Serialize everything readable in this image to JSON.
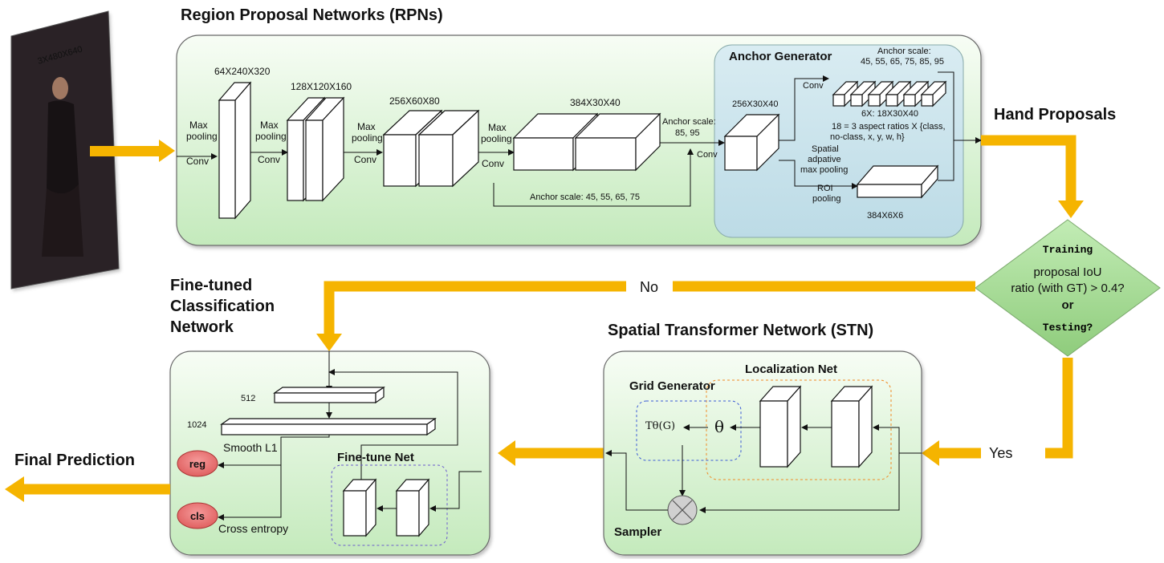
{
  "input": {
    "dims": "3X480X640"
  },
  "rpn": {
    "title": "Region Proposal Networks (RPNs)",
    "max_pooling": "Max\npooling",
    "conv": "Conv",
    "dims": [
      "64X240X320",
      "128X120X160",
      "256X60X80",
      "384X30X40",
      "256X30X40"
    ],
    "anchor_scale_85": "Anchor scale:\n85, 95",
    "anchor_scale_45": "Anchor scale: 45, 55, 65, 75"
  },
  "anchor_generator": {
    "title": "Anchor Generator",
    "conv": "Conv",
    "anchor_scale": "Anchor scale:\n45, 55, 65, 75, 85, 95",
    "output": "6X: 18X30X40",
    "formula": "18 = 3 aspect ratios X {class,\nno-class, x, y, w, h}",
    "spatial": "Spatial\nadpative\nmax pooling",
    "roi": "ROI\npooling",
    "roi_dims": "384X6X6"
  },
  "hand_proposals": "Hand Proposals",
  "decision": {
    "training": "Training",
    "question": "proposal IoU\nratio (with GT) > 0.4?",
    "or": "or",
    "testing": "Testing?"
  },
  "no_label": "No",
  "yes_label": "Yes",
  "fine_tuned": {
    "title": "Fine-tuned\nClassification\nNetwork",
    "d512": "512",
    "d1024": "1024",
    "smooth": "Smooth L1",
    "reg": "reg",
    "cls": "cls",
    "cross_entropy": "Cross entropy",
    "fine_tune_net": "Fine-tune Net"
  },
  "stn": {
    "title": "Spatial Transformer Network (STN)",
    "grid_generator": "Grid Generator",
    "localization_net": "Localization Net",
    "transform": "Tθ(G)",
    "theta": "θ",
    "sampler": "Sampler"
  },
  "final_prediction": "Final Prediction",
  "colors": {
    "arrow": "#f5b400",
    "green_top": "#f3fbf1",
    "green_bottom": "#c9ecc4",
    "blue_panel": "#c9e2ec",
    "diamond": "#9fd690",
    "node_red": "#e66f6f"
  }
}
